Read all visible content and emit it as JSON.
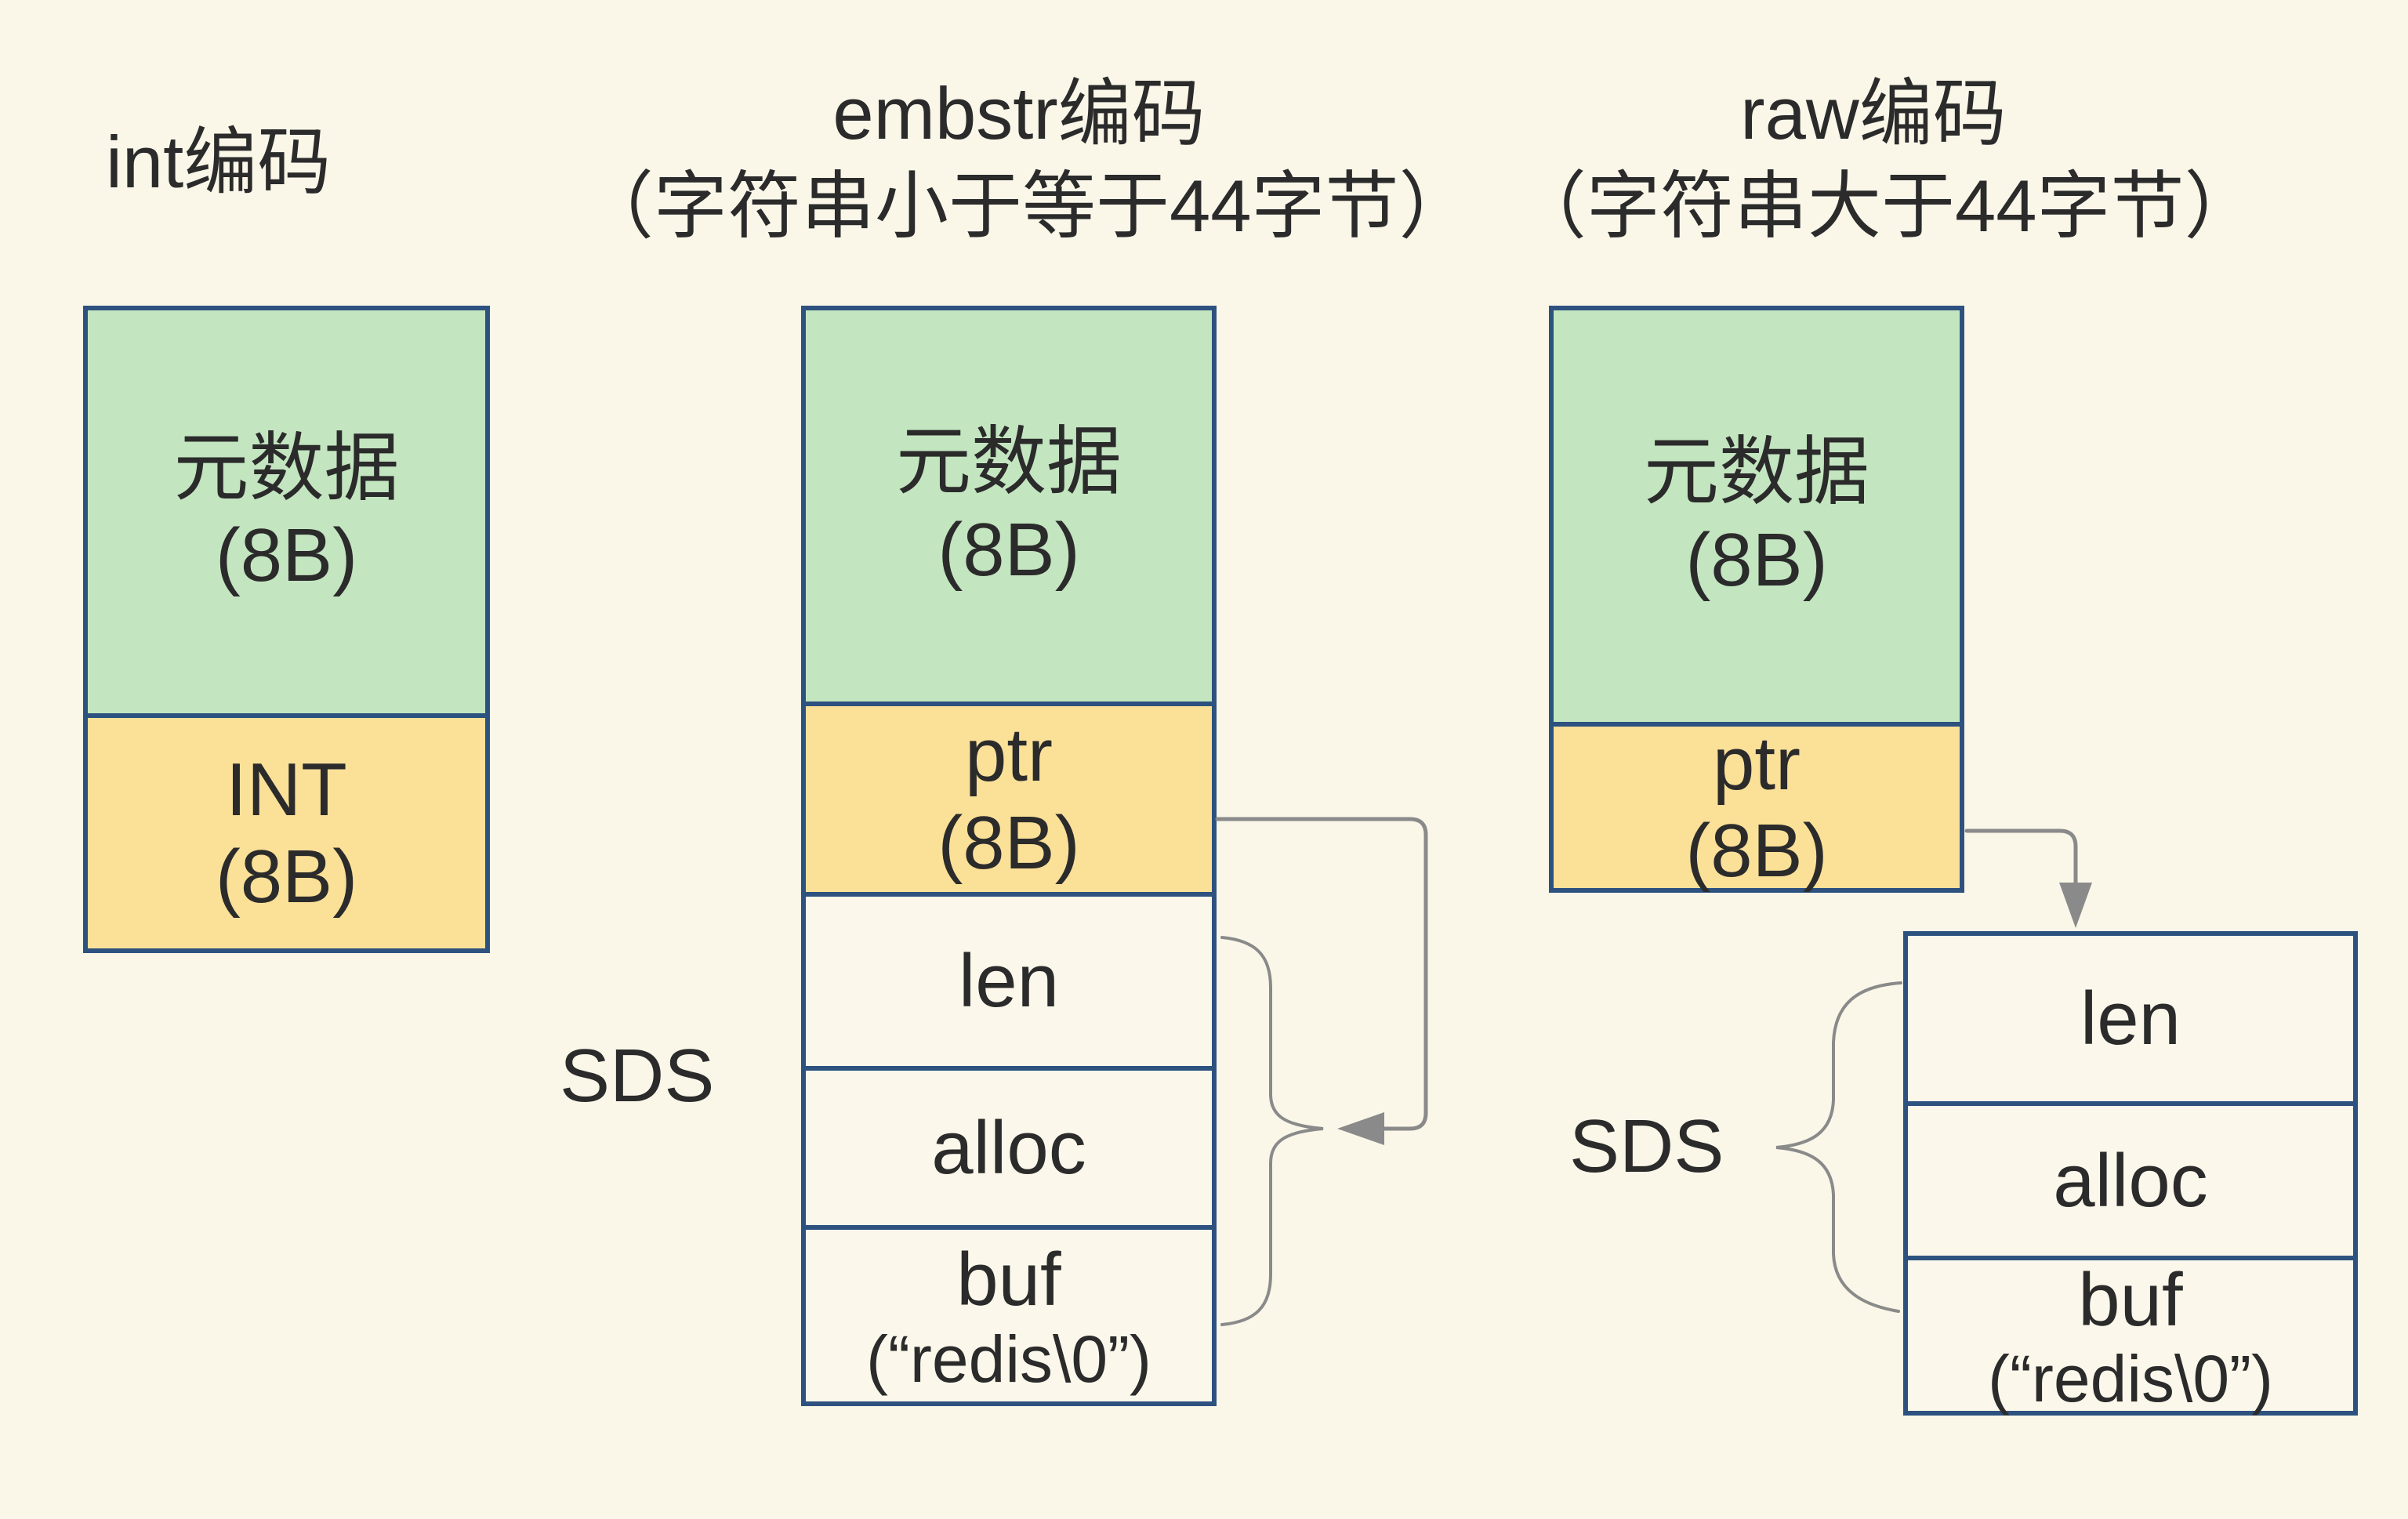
{
  "colors": {
    "bg": "#FAF7E9",
    "border-blue": "#2E527F",
    "green-fill": "#C3E5C0",
    "yellow-fill": "#FBE098",
    "cell-fill": "#FBF8EB",
    "arrow-gray": "#8A8A8A",
    "text": "#2B2B2B"
  },
  "titles": {
    "int": {
      "line1": "int编码"
    },
    "embstr": {
      "line1": "embstr编码",
      "line2": "（字符串小于等于44字节）"
    },
    "raw": {
      "line1": "raw编码",
      "line2": "（字符串大于44字节）"
    }
  },
  "int_column": {
    "metadata_label": "元数据",
    "metadata_size": "(8B)",
    "int_label": "INT",
    "int_size": "(8B)"
  },
  "embstr_column": {
    "metadata_label": "元数据",
    "metadata_size": "(8B)",
    "ptr_label": "ptr",
    "ptr_size": "(8B)",
    "sds_label": "SDS",
    "len_label": "len",
    "alloc_label": "alloc",
    "buf_label": "buf",
    "buf_value": "(“redis\\0”)"
  },
  "raw_column": {
    "metadata_label": "元数据",
    "metadata_size": "(8B)",
    "ptr_label": "ptr",
    "ptr_size": "(8B)",
    "sds_label": "SDS",
    "len_label": "len",
    "alloc_label": "alloc",
    "buf_label": "buf",
    "buf_value": "(“redis\\0”)"
  }
}
